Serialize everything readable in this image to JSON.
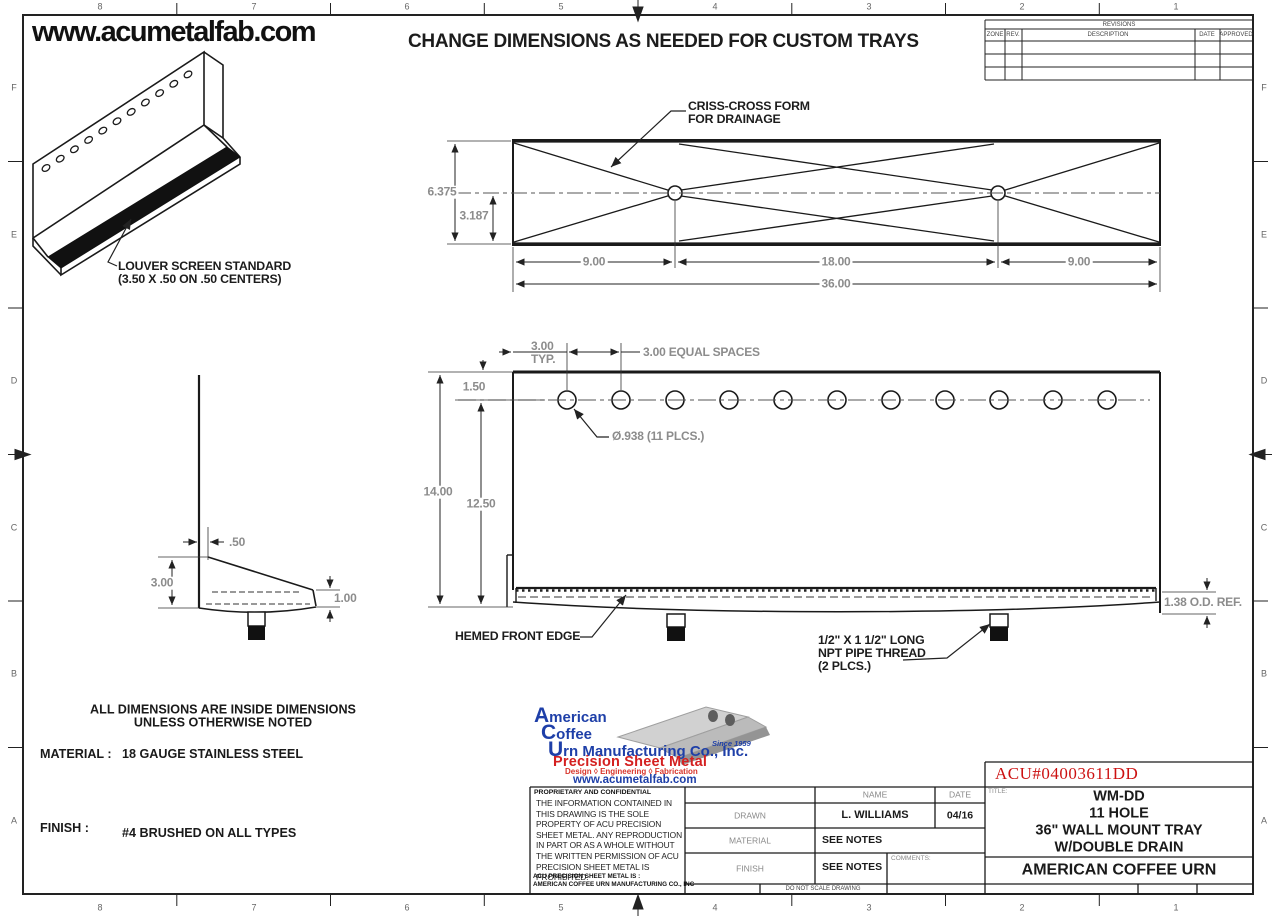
{
  "sheet": {
    "website": "www.acumetalfab.com",
    "heading": "CHANGE DIMENSIONS AS NEEDED FOR CUSTOM TRAYS"
  },
  "zones": {
    "top": [
      "8",
      "7",
      "6",
      "5",
      "4",
      "3",
      "2",
      "1"
    ],
    "bottom": [
      "8",
      "7",
      "6",
      "5",
      "4",
      "3",
      "2",
      "1"
    ],
    "left": [
      "F",
      "E",
      "D",
      "C",
      "B",
      "A"
    ],
    "right": [
      "F",
      "E",
      "D",
      "C",
      "B",
      "A"
    ]
  },
  "revisions": {
    "title": "REVISIONS",
    "col_zone": "ZONE",
    "col_rev": "REV.",
    "col_desc": "DESCRIPTION",
    "col_date": "DATE",
    "col_approved": "APPROVED"
  },
  "iso_view": {
    "callout_line1": "LOUVER SCREEN STANDARD",
    "callout_line2": "(3.50 X .50 ON .50 CENTERS)"
  },
  "top_view": {
    "callout_line1": "CRISS-CROSS FORM",
    "callout_line2": "FOR DRAINAGE",
    "dim_height": "6.375",
    "dim_half_height": "3.187",
    "dim_left_span": "9.00",
    "dim_center_span": "18.00",
    "dim_right_span": "9.00",
    "dim_overall": "36.00"
  },
  "front_view": {
    "dim_edge_offset": "3.00",
    "dim_edge_offset_suffix": "TYP.",
    "dim_spacing": "3.00 EQUAL SPACES",
    "dim_top_offset": "1.50",
    "dim_overall_height": "14.00",
    "dim_inner_height": "12.50",
    "hole_callout": "Ø.938 (11 PLCS.)",
    "od_ref": "1.38 O.D. REF.",
    "hem_callout": "HEMED FRONT EDGE",
    "npt_line1": "1/2\" X 1 1/2\" LONG",
    "npt_line2": "NPT PIPE THREAD",
    "npt_line3": "(2 PLCS.)"
  },
  "side_view": {
    "dim_hem": ".50",
    "dim_height": "3.00",
    "dim_lip": "1.00"
  },
  "notes": {
    "line1": "ALL DIMENSIONS ARE INSIDE DIMENSIONS",
    "line2": "UNLESS OTHERWISE NOTED",
    "material_label": "MATERIAL :",
    "material_value": "18 GAUGE STAINLESS STEEL",
    "finish_label": "FINISH :",
    "finish_value": "#4 BRUSHED ON ALL TYPES"
  },
  "logo": {
    "line1": "American",
    "line2": "Coffee",
    "line3": "Urn Manufacturing Co., Inc.",
    "since": "Since 1959",
    "tagline": "Precision Sheet Metal",
    "services": "Design ◊ Engineering ◊ Fabrication",
    "website": "www.acumetalfab.com"
  },
  "title_block": {
    "part_number": "ACU#04003611DD",
    "proprietary_title": "PROPRIETARY AND CONFIDENTIAL",
    "proprietary_body": "THE INFORMATION CONTAINED IN THIS DRAWING IS THE SOLE PROPERTY OF ACU PRECISION SHEET METAL.  ANY REPRODUCTION IN PART OR AS A WHOLE WITHOUT THE WRITTEN PERMISSION OF ACU PRECISION SHEET METAL IS PROHIBITED.",
    "owner_line1": "ACU PRECISION SHEET METAL IS :",
    "owner_line2": "AMERICAN COFFEE URN MANUFACTURING CO., INC",
    "col_name": "NAME",
    "col_date": "DATE",
    "drawn_label": "DRAWN",
    "drawn_name": "L. WILLIAMS",
    "drawn_date": "04/16",
    "material_label": "MATERIAL",
    "material_value": "SEE NOTES",
    "finish_label": "FINISH",
    "finish_value": "SEE NOTES",
    "comments_label": "COMMENTS:",
    "no_scale": "DO NOT SCALE DRAWING",
    "title_label": "TITLE:",
    "title_line1": "WM-DD",
    "title_line2": "11 HOLE",
    "title_line3": "36\" WALL MOUNT TRAY",
    "title_line4": "W/DOUBLE DRAIN",
    "company": "AMERICAN COFFEE URN"
  },
  "colors": {
    "brand_blue": "#1e3fa8",
    "brand_red": "#d42020",
    "part_number_red": "#cc1111",
    "dim_gray": "#8c8c8c",
    "line_color": "#1a1a1a"
  }
}
